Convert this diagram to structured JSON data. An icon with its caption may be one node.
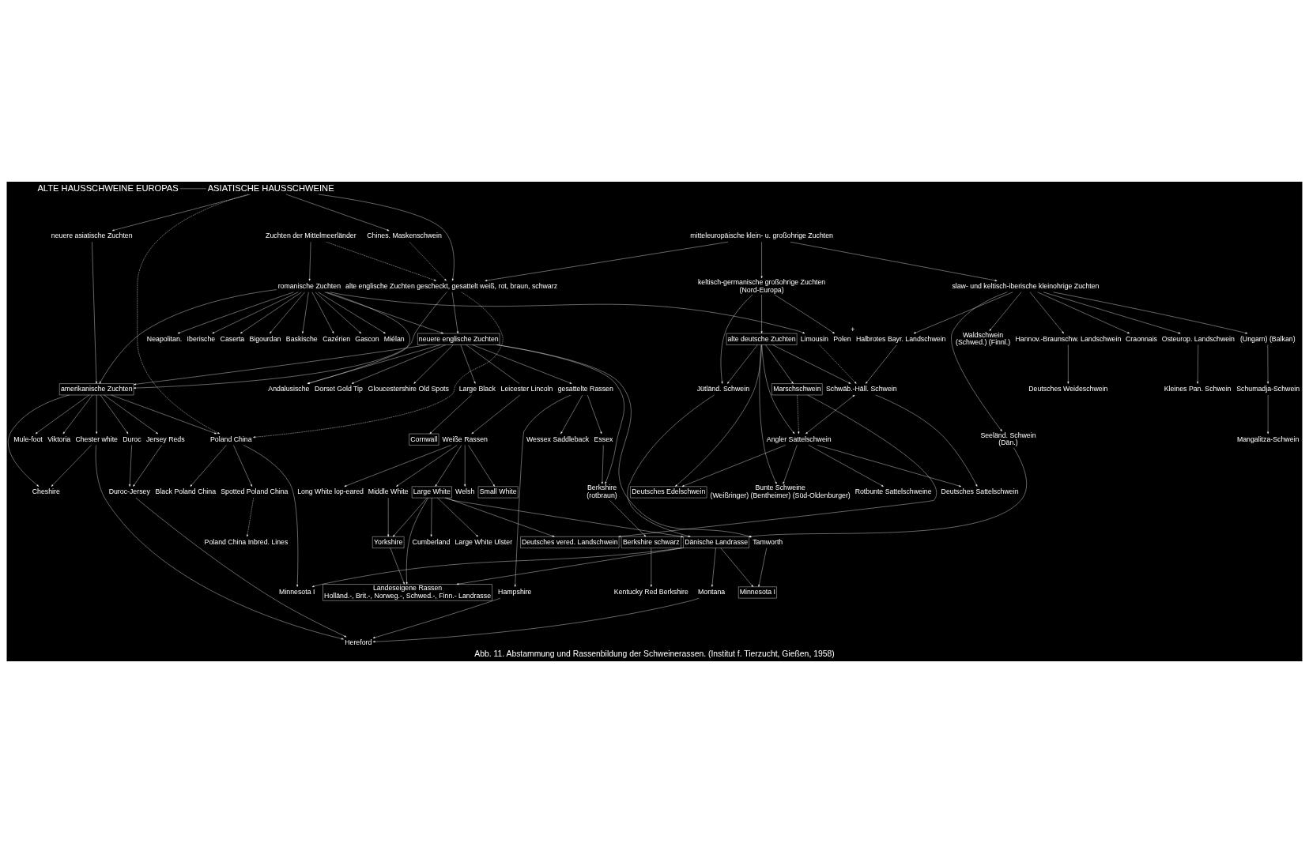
{
  "diagram": {
    "caption": "Abb. 11. Abstammung und Rassenbildung der Schweinerassen. (Institut f. Tierzucht, Gießen, 1958)",
    "nodes": [
      {
        "text": [
          "ALTE HAUSSCHWEINE EUROPAS"
        ]
      },
      {
        "text": [
          "ASIATISCHE HAUSSCHWEINE"
        ]
      },
      {
        "text": [
          "mitteleuropäische klein- u. großohrige Zuchten"
        ]
      },
      {
        "text": [
          "Zuchten der Mittelmeerländer"
        ]
      },
      {
        "text": [
          "Chines. Maskenschwein"
        ]
      },
      {
        "text": [
          "slaw- und keltisch-iberische kleinohrige Zuchten"
        ]
      },
      {
        "text": [
          "keltisch-germanische großohrige Zuchten",
          "(Nord-Europa)"
        ]
      },
      {
        "text": [
          "romanische Zuchten"
        ]
      },
      {
        "text": [
          "alte englische Zuchten gescheckt, gesattelt weiß, rot, braun, schwarz"
        ]
      },
      {
        "text": [
          "neuere asiatische Zuchten"
        ]
      },
      {
        "text": [
          "Craonnais"
        ]
      },
      {
        "text": [
          "Polen"
        ]
      },
      {
        "text": [
          "alte deutsche Zuchten"
        ]
      },
      {
        "text": [
          "Neapolitan."
        ]
      },
      {
        "text": [
          "Iberische"
        ]
      },
      {
        "text": [
          "neuere englische Zuchten"
        ]
      },
      {
        "text": [
          "amerikanische Zuchten"
        ]
      },
      {
        "text": [
          "Osteurop. Landschwein"
        ]
      },
      {
        "text": [
          "Halbrotes Bayr. Landschwein"
        ],
        "beside": [
          "+"
        ]
      },
      {
        "text": [
          "Seeländ. Schwein",
          "(Dän.)"
        ]
      },
      {
        "text": [
          "(Ungarn) (Balkan)"
        ]
      },
      {
        "text": [
          "Caserta"
        ]
      },
      {
        "text": [
          "Andalusische"
        ]
      },
      {
        "text": [
          "Leicester Lincoln"
        ]
      },
      {
        "text": [
          "Bigourdan"
        ]
      },
      {
        "text": [
          "Baskische"
        ]
      },
      {
        "text": [
          "Weiße Rassen"
        ]
      },
      {
        "text": [
          "Dorset Gold Tip"
        ]
      },
      {
        "text": [
          "gesattelte Rassen"
        ]
      },
      {
        "text": [
          "Large Black"
        ]
      },
      {
        "text": [
          "Poland China"
        ]
      },
      {
        "text": [
          "Mule-foot"
        ]
      },
      {
        "text": [
          "Chester white"
        ]
      },
      {
        "text": [
          "Kleines Pan. Schwein"
        ]
      },
      {
        "text": [
          "Hannov.-Braunschw. Landschwein"
        ]
      },
      {
        "text": [
          "Waldschwein",
          "(Schwed.) (Finnl.)"
        ]
      },
      {
        "text": [
          "Marschschwein"
        ]
      },
      {
        "text": [
          "Jütländ. Schwein"
        ]
      },
      {
        "text": [
          "Cazérien"
        ]
      },
      {
        "text": [
          "Gascon"
        ]
      },
      {
        "text": [
          "Miélan"
        ]
      },
      {
        "text": [
          "Limousin"
        ]
      },
      {
        "text": [
          "Welsh"
        ]
      },
      {
        "text": [
          "Small White"
        ]
      },
      {
        "text": [
          "Long White lop-eared"
        ]
      },
      {
        "text": [
          "Middle White"
        ]
      },
      {
        "text": [
          "Tamworth"
        ]
      },
      {
        "text": [
          "Berkshire",
          "(rotbraun)"
        ]
      },
      {
        "text": [
          "Essex"
        ]
      },
      {
        "text": [
          "Wessex Saddleback"
        ]
      },
      {
        "text": [
          "Hampshire"
        ]
      },
      {
        "text": [
          "Cornwall"
        ]
      },
      {
        "text": [
          "Viktoria"
        ]
      },
      {
        "text": [
          "Cheshire"
        ]
      },
      {
        "text": [
          "Black Poland China"
        ]
      },
      {
        "text": [
          "Schumadja-Schwein"
        ]
      },
      {
        "text": [
          "Schwäb.-Häll. Schwein"
        ]
      },
      {
        "text": [
          "Angler Sattelschwein"
        ]
      },
      {
        "text": [
          "Deutsches Weideschwein"
        ]
      },
      {
        "text": [
          "Gloucestershire Old Spots"
        ]
      },
      {
        "text": [
          "Mangalitza-Schwein"
        ]
      },
      {
        "text": [
          "Deutsches vered. Landschwein"
        ]
      },
      {
        "text": [
          "Dänische Landrasse"
        ]
      },
      {
        "text": [
          "Large White"
        ]
      },
      {
        "text": [
          "Berkshire schwarz"
        ]
      },
      {
        "text": [
          "Duroc"
        ]
      },
      {
        "text": [
          "Jersey Reds"
        ]
      },
      {
        "text": [
          "Deutsches Sattelschwein"
        ]
      },
      {
        "text": [
          "Deutsches Edelschwein"
        ]
      },
      {
        "text": [
          "Yorkshire"
        ]
      },
      {
        "text": [
          "Cumberland"
        ]
      },
      {
        "text": [
          "Large White Ulster"
        ]
      },
      {
        "text": [
          "Kentucky Red Berkshire"
        ]
      },
      {
        "text": [
          "Spotted Poland China"
        ]
      },
      {
        "text": [
          "Duroc-Jersey"
        ]
      },
      {
        "text": [
          "Bunte Schweine",
          "(Weißringer) (Bentheimer) (Süd-Oldenburger)"
        ]
      },
      {
        "text": [
          "Rotbunte Sattelschweine"
        ]
      },
      {
        "text": [
          "Landeseigene Rassen",
          "Holländ.-, Brit.-, Norweg.-, Schwed.-, Finn.- Landrasse"
        ]
      },
      {
        "text": [
          "Minnesota I"
        ]
      },
      {
        "text": [
          "Poland China Inbred. Lines"
        ]
      },
      {
        "text": [
          "Minnesota I"
        ]
      },
      {
        "text": [
          "Montana"
        ]
      },
      {
        "text": [
          "Hereford"
        ]
      }
    ],
    "edges": [
      {
        "from": 0,
        "to": 1,
        "arrow": "none"
      },
      {
        "from": 2,
        "to": 5,
        "arrow": "to"
      },
      {
        "from": 2,
        "to": 6,
        "arrow": "to"
      },
      {
        "from": 2,
        "to": 8,
        "arrow": "to"
      },
      {
        "from": 3,
        "to": 7,
        "arrow": "to"
      },
      {
        "from": 3,
        "to": 8,
        "arrow": "to",
        "style": "dashed"
      },
      {
        "from": 1,
        "to": 4,
        "arrow": "to"
      },
      {
        "from": 1,
        "to": 8,
        "arrow": "to"
      },
      {
        "from": 1,
        "to": 9,
        "arrow": "to"
      },
      {
        "from": 1,
        "to": 30,
        "arrow": "to",
        "style": "dashed"
      },
      {
        "from": 4,
        "to": 8,
        "arrow": "to",
        "style": "dashed"
      },
      {
        "from": 8,
        "to": 30,
        "arrow": "to",
        "style": "dashed"
      },
      {
        "from": 9,
        "to": 16,
        "arrow": "to"
      },
      {
        "from": 5,
        "to": 17,
        "arrow": "to"
      },
      {
        "from": 5,
        "to": 20,
        "arrow": "to"
      },
      {
        "from": 5,
        "to": 34,
        "arrow": "to"
      },
      {
        "from": 5,
        "to": 18,
        "arrow": "to"
      },
      {
        "from": 5,
        "to": 35,
        "arrow": "to"
      },
      {
        "from": 5,
        "to": 19,
        "arrow": "to"
      },
      {
        "from": 5,
        "to": 10,
        "arrow": "to"
      },
      {
        "from": 6,
        "to": 12,
        "arrow": "to"
      },
      {
        "from": 6,
        "to": 11,
        "arrow": "to"
      },
      {
        "from": 6,
        "to": 37,
        "arrow": "to"
      },
      {
        "from": 7,
        "to": 13,
        "arrow": "to"
      },
      {
        "from": 7,
        "to": 21,
        "arrow": "to"
      },
      {
        "from": 7,
        "to": 24,
        "arrow": "to"
      },
      {
        "from": 7,
        "to": 38,
        "arrow": "to"
      },
      {
        "from": 7,
        "to": 39,
        "arrow": "to"
      },
      {
        "from": 7,
        "to": 40,
        "arrow": "to"
      },
      {
        "from": 7,
        "to": 41,
        "arrow": "to"
      },
      {
        "from": 7,
        "to": 14,
        "arrow": "to"
      },
      {
        "from": 7,
        "to": 22,
        "arrow": "to"
      },
      {
        "from": 7,
        "to": 25,
        "arrow": "to"
      },
      {
        "from": 7,
        "to": 15,
        "arrow": "to"
      },
      {
        "from": 7,
        "to": 16,
        "arrow": "to"
      },
      {
        "from": 8,
        "to": 15,
        "arrow": "to"
      },
      {
        "from": 8,
        "to": 16,
        "arrow": "to"
      },
      {
        "from": 15,
        "to": 22,
        "arrow": "to"
      },
      {
        "from": 15,
        "to": 16,
        "arrow": "to"
      },
      {
        "from": 15,
        "to": 23,
        "arrow": "none"
      },
      {
        "from": 15,
        "to": 46,
        "arrow": "to"
      },
      {
        "from": 15,
        "to": 27,
        "arrow": "to"
      },
      {
        "from": 15,
        "to": 28,
        "arrow": "to"
      },
      {
        "from": 15,
        "to": 29,
        "arrow": "to"
      },
      {
        "from": 15,
        "to": 47,
        "arrow": "to"
      },
      {
        "from": 15,
        "to": 59,
        "arrow": "to"
      },
      {
        "from": 23,
        "to": 26,
        "arrow": "to"
      },
      {
        "from": 26,
        "to": 42,
        "arrow": "to"
      },
      {
        "from": 26,
        "to": 43,
        "arrow": "to"
      },
      {
        "from": 26,
        "to": 44,
        "arrow": "to"
      },
      {
        "from": 26,
        "to": 45,
        "arrow": "to"
      },
      {
        "from": 26,
        "to": 63,
        "arrow": "to"
      },
      {
        "from": 28,
        "to": 48,
        "arrow": "to"
      },
      {
        "from": 28,
        "to": 49,
        "arrow": "to"
      },
      {
        "from": 28,
        "to": 50,
        "arrow": "to"
      },
      {
        "from": 48,
        "to": 47,
        "arrow": "to"
      },
      {
        "from": 29,
        "to": 51,
        "arrow": "to"
      },
      {
        "from": 47,
        "to": 64,
        "arrow": "to"
      },
      {
        "from": 64,
        "to": 72,
        "arrow": "to"
      },
      {
        "from": 16,
        "to": 30,
        "arrow": "to"
      },
      {
        "from": 16,
        "to": 31,
        "arrow": "to"
      },
      {
        "from": 16,
        "to": 52,
        "arrow": "to"
      },
      {
        "from": 16,
        "to": 53,
        "arrow": "to"
      },
      {
        "from": 16,
        "to": 32,
        "arrow": "to"
      },
      {
        "from": 16,
        "to": 65,
        "arrow": "to"
      },
      {
        "from": 16,
        "to": 66,
        "arrow": "to"
      },
      {
        "from": 32,
        "to": 53,
        "arrow": "to"
      },
      {
        "from": 30,
        "to": 54,
        "arrow": "to"
      },
      {
        "from": 30,
        "to": 73,
        "arrow": "to"
      },
      {
        "from": 30,
        "to": 80,
        "arrow": "to"
      },
      {
        "from": 73,
        "to": 79,
        "arrow": "to",
        "style": "dashed"
      },
      {
        "from": 65,
        "to": 74,
        "arrow": "to"
      },
      {
        "from": 66,
        "to": 74,
        "arrow": "to"
      },
      {
        "from": 74,
        "to": 82,
        "arrow": "to"
      },
      {
        "from": 32,
        "to": 82,
        "arrow": "to"
      },
      {
        "from": 50,
        "to": 82,
        "arrow": "to"
      },
      {
        "from": 46,
        "to": 78,
        "arrow": "to"
      },
      {
        "from": 17,
        "to": 33,
        "arrow": "to"
      },
      {
        "from": 20,
        "to": 55,
        "arrow": "to"
      },
      {
        "from": 55,
        "to": 60,
        "arrow": "to"
      },
      {
        "from": 18,
        "to": 56,
        "arrow": "to"
      },
      {
        "from": 34,
        "to": 58,
        "arrow": "to"
      },
      {
        "from": 19,
        "to": 62,
        "arrow": "to"
      },
      {
        "from": 12,
        "to": 36,
        "arrow": "to"
      },
      {
        "from": 12,
        "to": 37,
        "arrow": "to"
      },
      {
        "from": 12,
        "to": 56,
        "arrow": "to"
      },
      {
        "from": 12,
        "to": 57,
        "arrow": "to"
      },
      {
        "from": 12,
        "to": 75,
        "arrow": "to"
      },
      {
        "from": 12,
        "to": 68,
        "arrow": "to"
      },
      {
        "from": 36,
        "to": 61,
        "arrow": "to"
      },
      {
        "from": 36,
        "to": 57,
        "arrow": "to",
        "style": "dashed"
      },
      {
        "from": 41,
        "to": 56,
        "arrow": "to",
        "style": "dashed"
      },
      {
        "from": 56,
        "to": 57,
        "arrow": "both"
      },
      {
        "from": 56,
        "to": 67,
        "arrow": "to"
      },
      {
        "from": 57,
        "to": 67,
        "arrow": "to"
      },
      {
        "from": 57,
        "to": 76,
        "arrow": "to"
      },
      {
        "from": 57,
        "to": 75,
        "arrow": "to"
      },
      {
        "from": 57,
        "to": 68,
        "arrow": "to"
      },
      {
        "from": 37,
        "to": 62,
        "arrow": "to"
      },
      {
        "from": 62,
        "to": 77,
        "arrow": "to"
      },
      {
        "from": 63,
        "to": 61,
        "arrow": "to"
      },
      {
        "from": 63,
        "to": 62,
        "arrow": "to"
      },
      {
        "from": 63,
        "to": 69,
        "arrow": "to"
      },
      {
        "from": 63,
        "to": 70,
        "arrow": "to"
      },
      {
        "from": 63,
        "to": 71,
        "arrow": "to"
      },
      {
        "from": 63,
        "to": 77,
        "arrow": "to"
      },
      {
        "from": 45,
        "to": 69,
        "arrow": "to"
      },
      {
        "from": 69,
        "to": 77,
        "arrow": "to"
      },
      {
        "from": 62,
        "to": 81,
        "arrow": "to"
      },
      {
        "from": 62,
        "to": 80,
        "arrow": "to"
      },
      {
        "from": 62,
        "to": 78,
        "arrow": "to"
      },
      {
        "from": 81,
        "to": 82,
        "arrow": "to"
      }
    ]
  }
}
